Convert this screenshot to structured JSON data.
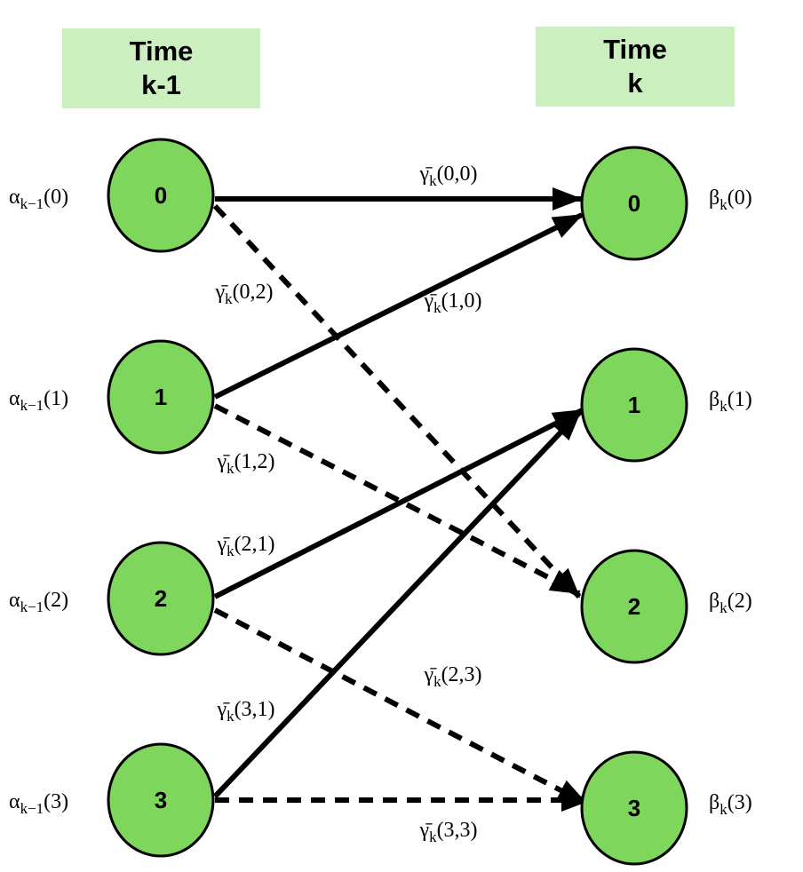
{
  "headers": {
    "left": {
      "line1": "Time",
      "line2": "k-1"
    },
    "right": {
      "line1": "Time",
      "line2": "k"
    }
  },
  "colors": {
    "node_fill": "#7fd65c",
    "header_fill": "#ccefc0",
    "edge": "#000000"
  },
  "states": [
    "0",
    "1",
    "2",
    "3"
  ],
  "alpha": {
    "symbol": "α",
    "subscript": "k−1",
    "labels": [
      "(0)",
      "(1)",
      "(2)",
      "(3)"
    ]
  },
  "beta": {
    "symbol": "β",
    "subscript": "k",
    "labels": [
      "(0)",
      "(1)",
      "(2)",
      "(3)"
    ]
  },
  "edges": [
    {
      "from": 0,
      "to": 0,
      "style": "solid",
      "label": {
        "base": "γ̄",
        "sub": "k",
        "arg": "(0,0)"
      }
    },
    {
      "from": 0,
      "to": 2,
      "style": "dashed",
      "label": {
        "base": "γ̄",
        "sub": "k",
        "arg": "(0,2)"
      }
    },
    {
      "from": 1,
      "to": 0,
      "style": "solid",
      "label": {
        "base": "γ̄",
        "sub": "k",
        "arg": "(1,0)"
      }
    },
    {
      "from": 1,
      "to": 2,
      "style": "dashed",
      "label": {
        "base": "γ̄",
        "sub": "k",
        "arg": "(1,2)"
      }
    },
    {
      "from": 2,
      "to": 1,
      "style": "solid",
      "label": {
        "base": "γ̄",
        "sub": "k",
        "arg": "(2,1)"
      }
    },
    {
      "from": 2,
      "to": 3,
      "style": "dashed",
      "label": {
        "base": "γ̄",
        "sub": "k",
        "arg": "(2,3)"
      }
    },
    {
      "from": 3,
      "to": 1,
      "style": "solid",
      "label": {
        "base": "γ̄",
        "sub": "k",
        "arg": "(3,1)"
      }
    },
    {
      "from": 3,
      "to": 3,
      "style": "dashed",
      "label": {
        "base": "γ̄",
        "sub": "k",
        "arg": "(3,3)"
      }
    }
  ]
}
